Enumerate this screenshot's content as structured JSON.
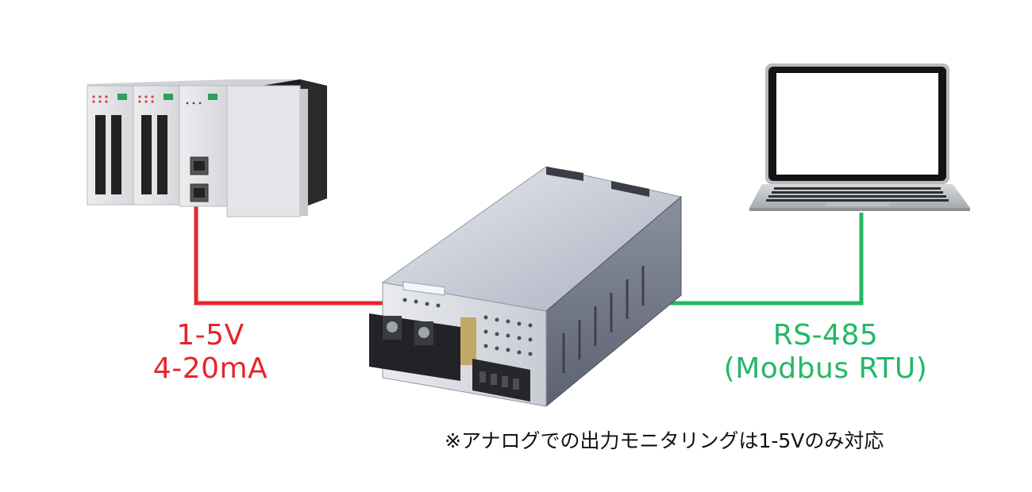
{
  "colors": {
    "analog": "#e8232b",
    "serial": "#23b866",
    "text": "#111111"
  },
  "labels": {
    "analog_line1": "1-5V",
    "analog_line2": "4-20mA",
    "serial_line1": "RS-485",
    "serial_line2": "(Modbus RTU)"
  },
  "footnote": "※アナログでの出力モニタリングは1-5Vのみ対応",
  "icons": [
    "plc-icon",
    "power-supply-icon",
    "laptop-icon"
  ]
}
